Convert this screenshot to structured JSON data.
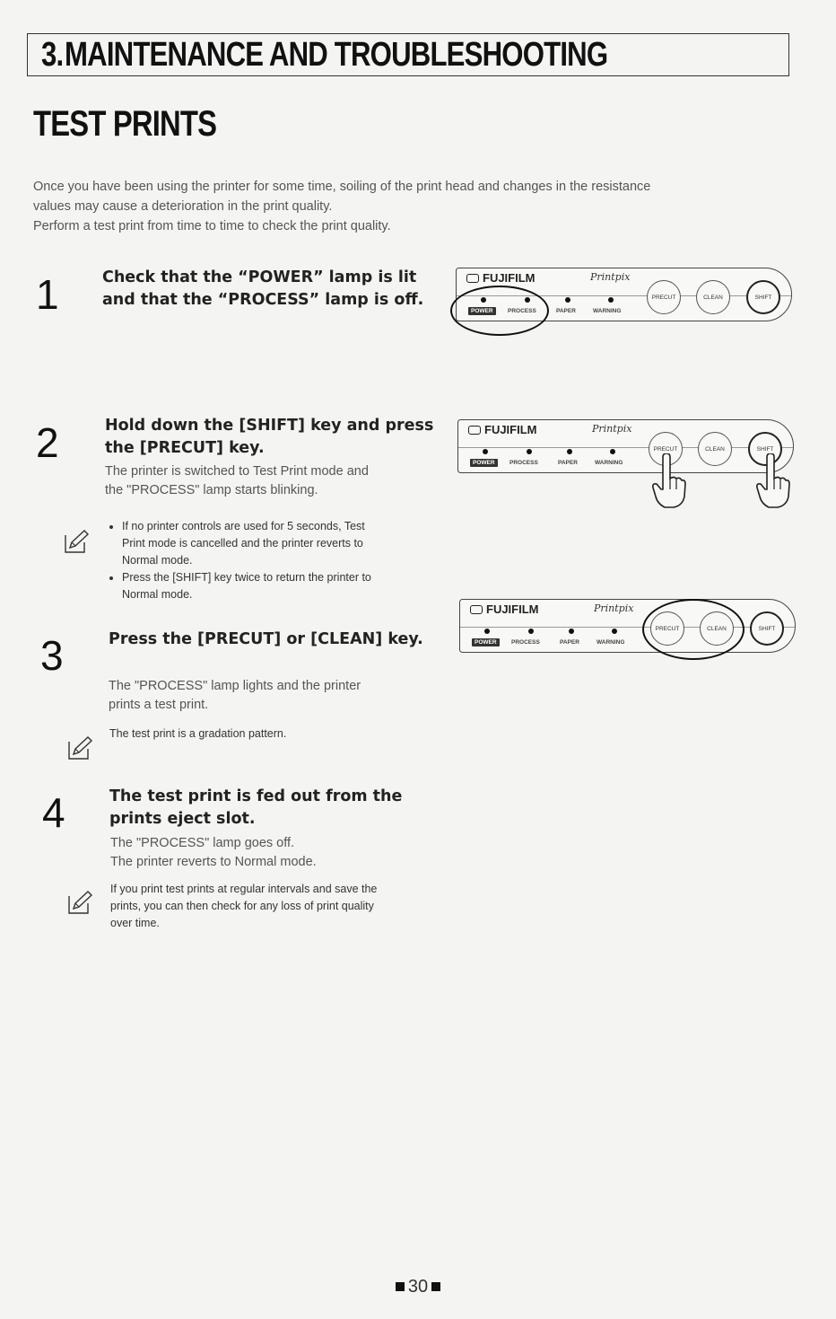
{
  "section": {
    "number": "3.",
    "title": "MAINTENANCE AND TROUBLESHOOTING"
  },
  "page_title": "TEST PRINTS",
  "intro": [
    "Once you have been using the printer for some time, soiling of the print head and changes in the resistance",
    "values may cause a deterioration in the print quality.",
    "Perform a test print from time to time to check the print quality."
  ],
  "steps": [
    {
      "number": "1",
      "heading": [
        "Check that the “POWER” lamp is lit",
        "and that the “PROCESS” lamp is off."
      ]
    },
    {
      "number": "2",
      "heading": [
        "Hold down the [SHIFT] key and press",
        "the [PRECUT] key."
      ],
      "desc": [
        "The printer is switched to Test Print mode and",
        "the \"PROCESS\" lamp starts blinking."
      ],
      "notes": [
        [
          "If no printer controls are used for 5 seconds, Test",
          "Print mode is cancelled and the printer reverts to",
          "Normal mode."
        ],
        [
          "Press the [SHIFT] key twice to return the printer to",
          "Normal mode."
        ]
      ]
    },
    {
      "number": "3",
      "heading": [
        "Press the [PRECUT] or [CLEAN] key."
      ],
      "desc": [
        "The \"PROCESS\" lamp lights and the printer",
        "prints a test print."
      ],
      "note": "The test print is a gradation pattern."
    },
    {
      "number": "4",
      "heading": [
        "The test print is fed out from the",
        "prints eject slot."
      ],
      "desc": [
        "The \"PROCESS\" lamp goes off.",
        "The printer reverts to Normal mode."
      ],
      "note": [
        "If you print test prints at regular intervals and save the",
        "prints, you can then check for any loss of print quality",
        "over time."
      ]
    }
  ],
  "panel": {
    "brand": "FUJIFILM",
    "script": "Printpix",
    "lamps": [
      "POWER",
      "PROCESS",
      "PAPER",
      "WARNING"
    ],
    "keys": [
      "PRECUT",
      "CLEAN",
      "SHIFT"
    ]
  },
  "page_number": "30",
  "icons": {
    "note": "pencil-note-icon",
    "hand": "pointing-hand-icon"
  }
}
